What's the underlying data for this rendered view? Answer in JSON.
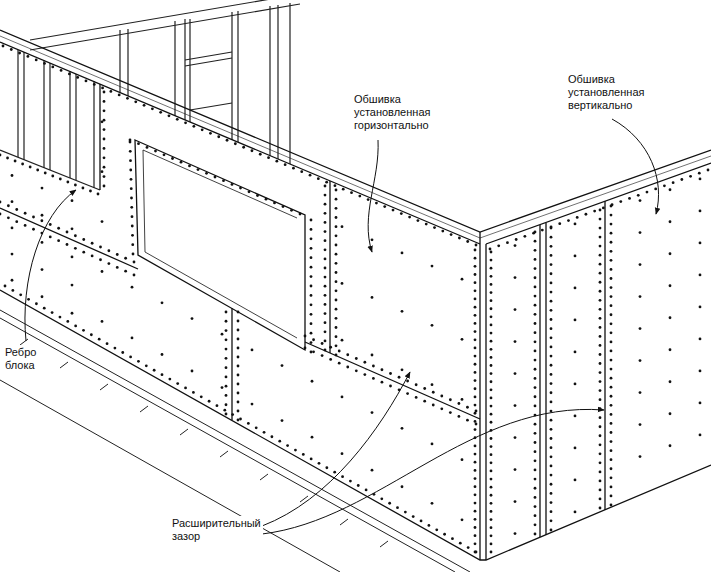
{
  "diagram": {
    "labels": [
      "Обшивка установленная горизонтально",
      "Обшивка установленная вертикально",
      "Ребро блока",
      "Расширительный зазор"
    ]
  }
}
